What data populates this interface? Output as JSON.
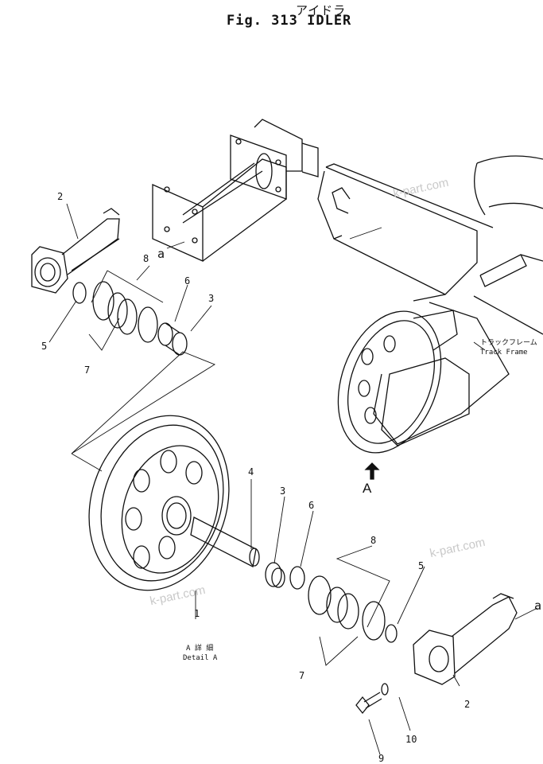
{
  "title_jp": "アイドラ",
  "title": "Fig. 313 IDLER",
  "track_frame_jp": "トラックフレーム",
  "track_frame": "Track Frame",
  "detail_jp": "A 詳 細",
  "detail": "Detail A",
  "view_arrow_label": "A",
  "ref_letter": "a",
  "watermark": "k-part.com",
  "callouts": {
    "c1": "1",
    "c2_top": "2",
    "c2_bottom": "2",
    "c3_top": "3",
    "c3_bottom": "3",
    "c4": "4",
    "c5_top": "5",
    "c5_bottom": "5",
    "c6_top": "6",
    "c6_bottom": "6",
    "c7_top": "7",
    "c7_bottom": "7",
    "c8_top": "8",
    "c8_bottom": "8",
    "c9": "9",
    "c10": "10"
  }
}
